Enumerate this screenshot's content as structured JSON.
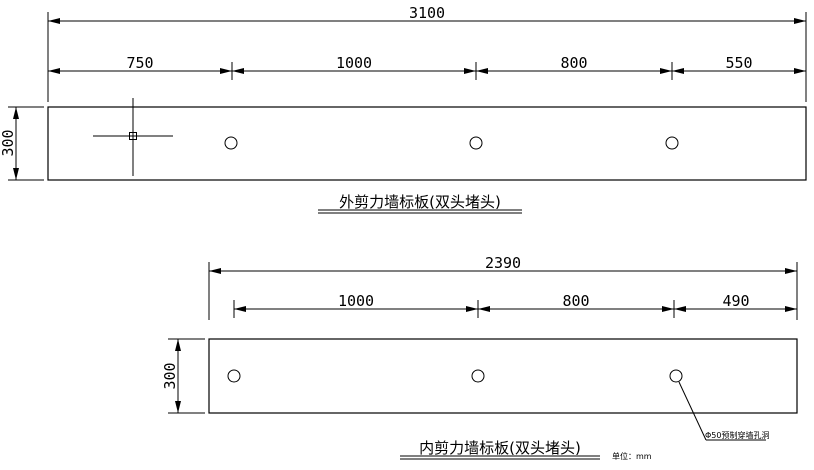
{
  "units_note": "单位：mm",
  "hole_label": "Φ50预制穿墙孔洞",
  "panels": [
    {
      "caption": "外剪力墙标板(双头堵头)",
      "overall": "3100",
      "segments": [
        "750",
        "1000",
        "800",
        "550"
      ],
      "height": "300"
    },
    {
      "caption": "内剪力墙标板(双头堵头)",
      "overall": "2390",
      "segments": [
        "1000",
        "800",
        "490"
      ],
      "height": "300"
    }
  ]
}
